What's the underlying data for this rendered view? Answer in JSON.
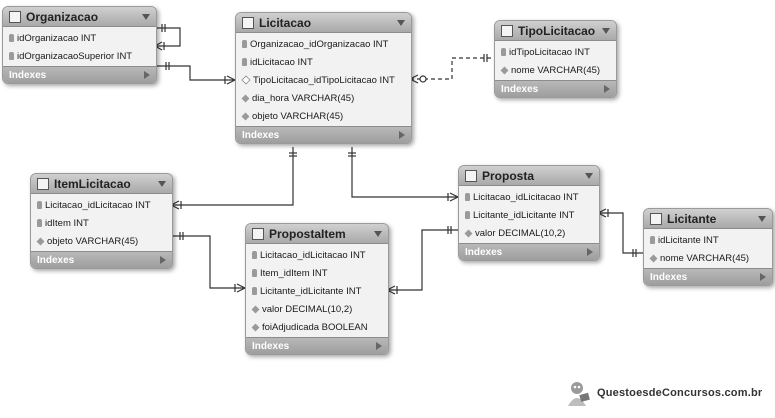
{
  "tables": [
    {
      "id": "organizacao",
      "name": "Organizacao",
      "indexes": "Indexes",
      "columns": [
        {
          "text": "idOrganizacao INT",
          "icon": "key"
        },
        {
          "text": "idOrganizacaoSuperior INT",
          "icon": "key"
        }
      ]
    },
    {
      "id": "licitacao",
      "name": "Licitacao",
      "indexes": "Indexes",
      "columns": [
        {
          "text": "Organizacao_idOrganizacao INT",
          "icon": "key"
        },
        {
          "text": "idLicitacao INT",
          "icon": "key"
        },
        {
          "text": "TipoLicitacao_idTipoLicitacao INT",
          "icon": "hollow"
        },
        {
          "text": "dia_hora VARCHAR(45)",
          "icon": "diamond"
        },
        {
          "text": "objeto VARCHAR(45)",
          "icon": "diamond"
        }
      ]
    },
    {
      "id": "tipolicitacao",
      "name": "TipoLicitacao",
      "indexes": "Indexes",
      "columns": [
        {
          "text": "idTipoLicitacao INT",
          "icon": "key"
        },
        {
          "text": "nome VARCHAR(45)",
          "icon": "diamond"
        }
      ]
    },
    {
      "id": "itemlicitacao",
      "name": "ItemLicitacao",
      "indexes": "Indexes",
      "columns": [
        {
          "text": "Licitacao_idLicitacao INT",
          "icon": "key"
        },
        {
          "text": "idItem INT",
          "icon": "key"
        },
        {
          "text": "objeto VARCHAR(45)",
          "icon": "diamond"
        }
      ]
    },
    {
      "id": "proposta",
      "name": "Proposta",
      "indexes": "Indexes",
      "columns": [
        {
          "text": "Licitacao_idLicitacao INT",
          "icon": "key"
        },
        {
          "text": "Licitante_idLicitante INT",
          "icon": "key"
        },
        {
          "text": "valor DECIMAL(10,2)",
          "icon": "diamond"
        }
      ]
    },
    {
      "id": "propostaitem",
      "name": "PropostaItem",
      "indexes": "Indexes",
      "columns": [
        {
          "text": "Licitacao_idLicitacao INT",
          "icon": "key"
        },
        {
          "text": "Item_idItem INT",
          "icon": "key"
        },
        {
          "text": "Licitante_idLicitante INT",
          "icon": "key"
        },
        {
          "text": "valor DECIMAL(10,2)",
          "icon": "diamond"
        },
        {
          "text": "foiAdjudicada BOOLEAN",
          "icon": "diamond"
        }
      ]
    },
    {
      "id": "licitante",
      "name": "Licitante",
      "indexes": "Indexes",
      "columns": [
        {
          "text": "idLicitante INT",
          "icon": "key"
        },
        {
          "text": "nome VARCHAR(45)",
          "icon": "diamond"
        }
      ]
    }
  ],
  "relationships": [
    {
      "from": "organizacao",
      "to": "organizacao",
      "style": "solid"
    },
    {
      "from": "organizacao",
      "to": "licitacao",
      "style": "solid"
    },
    {
      "from": "tipolicitacao",
      "to": "licitacao",
      "style": "dashed"
    },
    {
      "from": "licitacao",
      "to": "itemlicitacao",
      "style": "solid"
    },
    {
      "from": "licitacao",
      "to": "proposta",
      "style": "solid"
    },
    {
      "from": "itemlicitacao",
      "to": "propostaitem",
      "style": "solid"
    },
    {
      "from": "proposta",
      "to": "propostaitem",
      "style": "solid"
    },
    {
      "from": "licitante",
      "to": "proposta",
      "style": "solid"
    }
  ],
  "watermark": {
    "text": "QuestoesdeConcursos.com.br"
  }
}
